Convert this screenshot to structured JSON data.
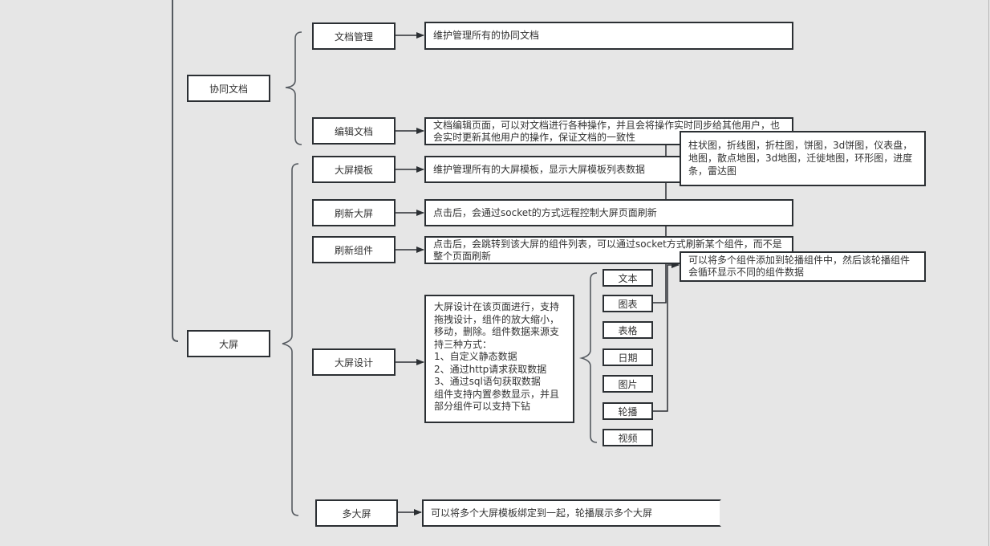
{
  "diagram": {
    "groups": [
      {
        "label": "协同文档",
        "children": [
          {
            "label": "文档管理",
            "description": "维护管理所有的协同文档"
          },
          {
            "label": "编辑文档",
            "description": "文档编辑页面，可以对文档进行各种操作，并且会将操作实时同步给其他用户，也会实时更新其他用户的操作，保证文档的一致性"
          }
        ]
      },
      {
        "label": "大屏",
        "children": [
          {
            "label": "大屏模板",
            "description": "维护管理所有的大屏模板，显示大屏模板列表数据"
          },
          {
            "label": "刷新大屏",
            "description": "点击后，会通过socket的方式远程控制大屏页面刷新"
          },
          {
            "label": "刷新组件",
            "description": "点击后，会跳转到该大屏的组件列表，可以通过socket方式刷新某个组件，而不是整个页面刷新"
          },
          {
            "label": "大屏设计",
            "description": "大屏设计在该页面进行，支持拖拽设计，组件的放大缩小，移动，删除。组件数据来源支持三种方式：\n1、自定义静态数据\n2、通过http请求获取数据\n3、通过sql语句获取数据\n组件支持内置参数显示，并且部分组件可以支持下钻"
          },
          {
            "label": "多大屏",
            "description": "可以将多个大屏模板绑定到一起，轮播展示多个大屏"
          }
        ]
      }
    ],
    "components": [
      "文本",
      "图表",
      "表格",
      "日期",
      "图片",
      "轮播",
      "视频"
    ],
    "notes": {
      "chart_types": "柱状图，折线图，折柱图，饼图，3d饼图，仪表盘，地图，散点地图，3d地图，迁徙地图，环形图，进度条，雷达图",
      "carousel": "可以将多个组件添加到轮播组件中，然后该轮播组件会循环显示不同的组件数据"
    }
  },
  "colors": {
    "background": "#e6e6e6",
    "stroke": "#2b2f33",
    "bracket": "#555a60"
  }
}
